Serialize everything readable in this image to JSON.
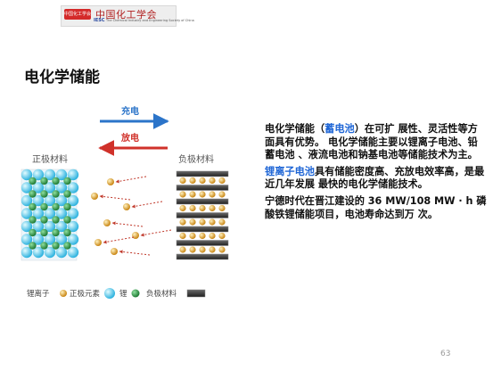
{
  "header": {
    "logo_badge_text": "中国化工学会",
    "logo_name": "中国化工学会",
    "logo_abbr": "IESC",
    "logo_english": "The Chemical Industry and Engineering Society of China"
  },
  "slide": {
    "title": "电化学储能",
    "page_number": "63"
  },
  "diagram": {
    "charge_label": "充电",
    "discharge_label": "放电",
    "positive_label": "正极材料",
    "negative_label": "负极材料",
    "legend": {
      "lithium_ion": "锂离子",
      "positive_element": "正极元素",
      "lithium": "锂",
      "negative_material": "负极材料"
    },
    "colors": {
      "charge_arrow": "#2b74c9",
      "discharge_arrow": "#d0312a",
      "sphere_green": "#2e9b46",
      "sphere_cyan": "#5fcff0",
      "ion_gold": "#e4a530",
      "anode_dark": "#3a3a3a"
    }
  },
  "body": {
    "p1_a": "电化学储能（",
    "p1_highlight": "蓄电池",
    "p1_b": "）在可扩 展性、灵活性等方面具有优势。  电化学储能主要以锂离子电池、铅蓄电池 、液流电池和钠基电池等储能技术为主。",
    "p2_highlight": "锂离子电池",
    "p2_b": "具有储能密度高、充放电效率高，是最近几年发展 最快的电化学储能技术。",
    "p3": "宁德时代在晋江建设的  36  MW/108  MW · h  磷酸铁锂储能项目，电池寿命达到万 次。"
  }
}
